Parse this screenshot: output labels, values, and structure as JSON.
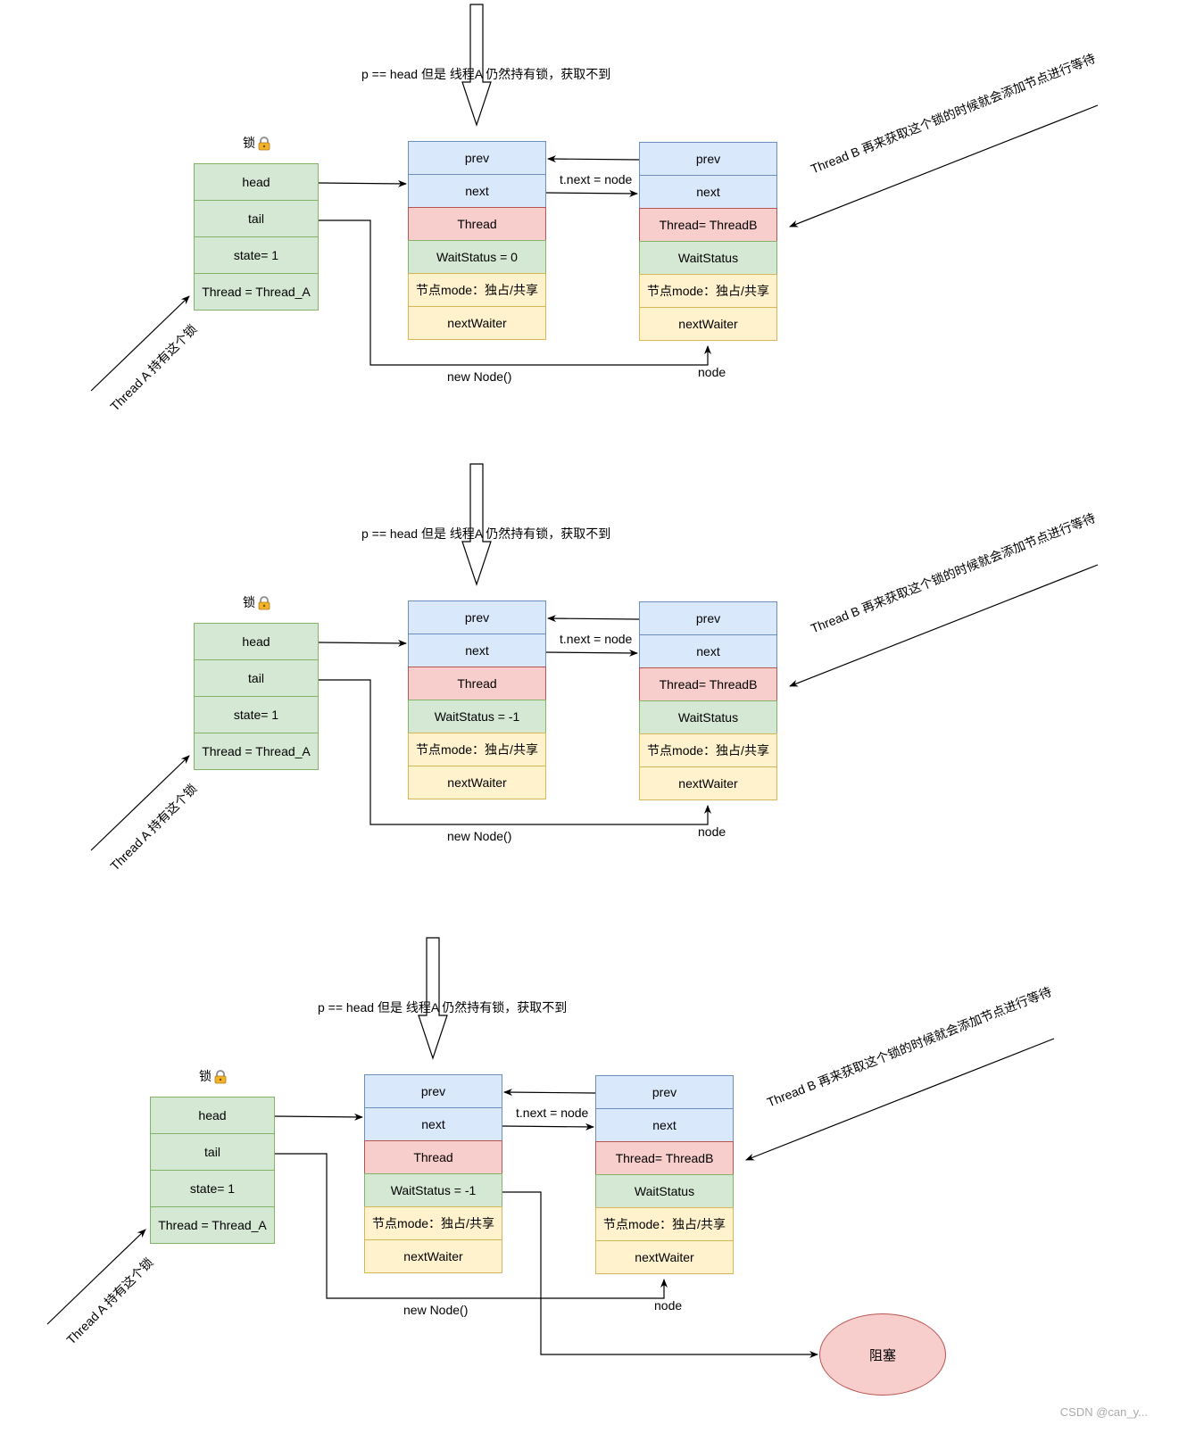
{
  "panels": [
    {
      "condition_label": "p == head  但是 线程A 仍然持有锁，获取不到",
      "lock_title": "锁",
      "lock_fields": [
        "head",
        "tail",
        "state= 1",
        "Thread = Thread_A"
      ],
      "thread_a_note": "Thread A 持有这个锁",
      "thread_b_note": "Thread B 再来获取这个锁的时候就会添加节点进行等待",
      "head_node": [
        "prev",
        "next",
        "Thread",
        "WaitStatus = 0",
        "节点mode：独占/共享",
        "nextWaiter"
      ],
      "new_node": [
        "prev",
        "next",
        "Thread= ThreadB",
        "WaitStatus",
        "节点mode：独占/共享",
        "nextWaiter"
      ],
      "link_label": "t.next = node",
      "new_node_label": "new Node()",
      "node_label": "node"
    },
    {
      "condition_label": "p == head  但是 线程A 仍然持有锁，获取不到",
      "lock_title": "锁",
      "lock_fields": [
        "head",
        "tail",
        "state= 1",
        "Thread = Thread_A"
      ],
      "thread_a_note": "Thread A 持有这个锁",
      "thread_b_note": "Thread B 再来获取这个锁的时候就会添加节点进行等待",
      "head_node": [
        "prev",
        "next",
        "Thread",
        "WaitStatus = -1",
        "节点mode：独占/共享",
        "nextWaiter"
      ],
      "new_node": [
        "prev",
        "next",
        "Thread= ThreadB",
        "WaitStatus",
        "节点mode：独占/共享",
        "nextWaiter"
      ],
      "link_label": "t.next = node",
      "new_node_label": "new Node()",
      "node_label": "node"
    },
    {
      "condition_label": "p == head  但是 线程A 仍然持有锁，获取不到",
      "lock_title": "锁",
      "lock_fields": [
        "head",
        "tail",
        "state= 1",
        "Thread = Thread_A"
      ],
      "thread_a_note": "Thread A 持有这个锁",
      "thread_b_note": "Thread B 再来获取这个锁的时候就会添加节点进行等待",
      "head_node": [
        "prev",
        "next",
        "Thread",
        "WaitStatus = -1",
        "节点mode：独占/共享",
        "nextWaiter"
      ],
      "new_node": [
        "prev",
        "next",
        "Thread= ThreadB",
        "WaitStatus",
        "节点mode：独占/共享",
        "nextWaiter"
      ],
      "link_label": "t.next = node",
      "new_node_label": "new Node()",
      "node_label": "node"
    }
  ],
  "blocked_label": "阻塞",
  "watermark": "CSDN @can_y...",
  "icons": {
    "lock": "lock-icon"
  },
  "colors": {
    "blue_fill": "#dae8fc",
    "blue_stroke": "#6c8ebf",
    "red_fill": "#f8cecc",
    "red_stroke": "#b85450",
    "green_fill": "#d5e8d4",
    "green_stroke": "#82b366",
    "yellow_fill": "#fff2cc",
    "yellow_stroke": "#d6b656"
  }
}
